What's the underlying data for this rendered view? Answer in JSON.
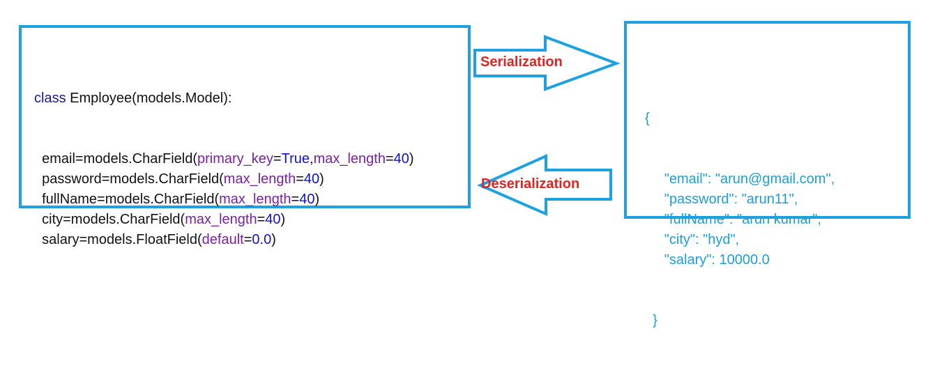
{
  "model_code": {
    "class_keyword": "class",
    "class_name": "Employee(models.Model):",
    "fields": [
      {
        "name": "email=models.CharField(",
        "args": [
          {
            "key": "primary_key",
            "value": "True",
            "sep": ","
          },
          {
            "key": "max_length",
            "value": "40",
            "sep": ""
          }
        ],
        "close": ")"
      },
      {
        "name": "password=models.CharField(",
        "args": [
          {
            "key": "max_length",
            "value": "40",
            "sep": ""
          }
        ],
        "close": ")"
      },
      {
        "name": "fullName=models.CharField(",
        "args": [
          {
            "key": "max_length",
            "value": "40",
            "sep": ""
          }
        ],
        "close": ")"
      },
      {
        "name": "city=models.CharField(",
        "args": [
          {
            "key": "max_length",
            "value": "40",
            "sep": ""
          }
        ],
        "close": ")"
      },
      {
        "name": "salary=models.FloatField(",
        "args": [
          {
            "key": "default",
            "value": "0.0",
            "sep": ""
          }
        ],
        "close": ")"
      }
    ]
  },
  "json_output": {
    "open_brace": "{",
    "lines": [
      "\"email\": \"arun@gmail.com\",",
      "\"password\": \"arun11\",",
      "\"fullName\": \"arun kumar\",",
      "\"city\": \"hyd\",",
      "\"salary\": 10000.0"
    ],
    "close_brace": "}"
  },
  "arrows": {
    "serialization_label": "Serialization",
    "deserialization_label": "Deserialization"
  },
  "colors": {
    "box_border": "#1da1e2",
    "arrow_label": "#e02424",
    "json_text": "#1a9fd8",
    "keyword": "#1a1a8a",
    "argument_key": "#7a1fa2",
    "argument_value": "#1010d0"
  }
}
